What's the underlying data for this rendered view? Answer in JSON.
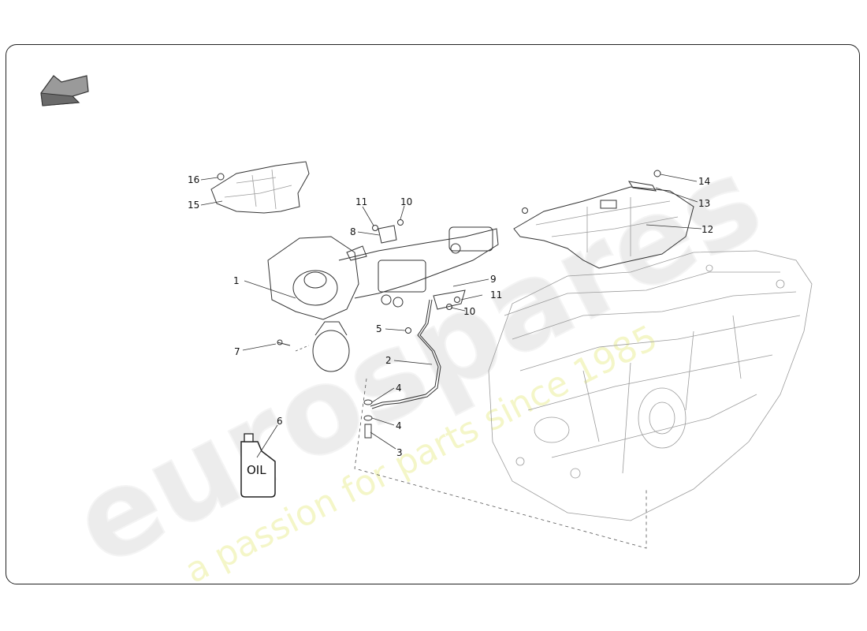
{
  "watermark": {
    "brand": "eurospares",
    "tagline": "a passion for parts since 1985"
  },
  "oil_can_label": "OIL",
  "callouts": [
    {
      "id": "c1",
      "label": "1"
    },
    {
      "id": "c2",
      "label": "2"
    },
    {
      "id": "c3",
      "label": "3"
    },
    {
      "id": "c4a",
      "label": "4"
    },
    {
      "id": "c4b",
      "label": "4"
    },
    {
      "id": "c5",
      "label": "5"
    },
    {
      "id": "c6",
      "label": "6"
    },
    {
      "id": "c7",
      "label": "7"
    },
    {
      "id": "c8",
      "label": "8"
    },
    {
      "id": "c9",
      "label": "9"
    },
    {
      "id": "c10a",
      "label": "10"
    },
    {
      "id": "c10b",
      "label": "10"
    },
    {
      "id": "c11a",
      "label": "11"
    },
    {
      "id": "c11b",
      "label": "11"
    },
    {
      "id": "c12",
      "label": "12"
    },
    {
      "id": "c13",
      "label": "13"
    },
    {
      "id": "c14",
      "label": "14"
    },
    {
      "id": "c15",
      "label": "15"
    },
    {
      "id": "c16",
      "label": "16"
    }
  ]
}
